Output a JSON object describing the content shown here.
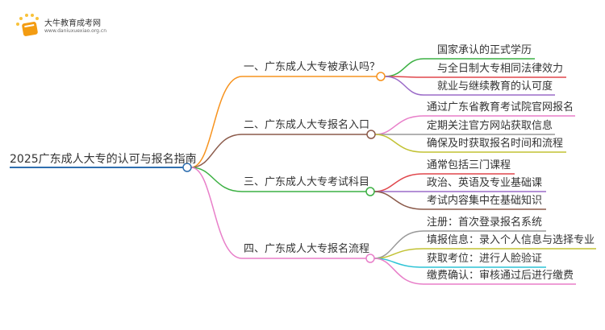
{
  "logo": {
    "title": "大牛教育成考网",
    "url": "www.daniuxuexiao.org.cn"
  },
  "root": {
    "label": "2025广东成人大专的认可与报名指南",
    "color": "#2f6fb0"
  },
  "branches": [
    {
      "label": "一、广东成人大专被承认吗？",
      "color": "#f7931e",
      "leaves": [
        {
          "label": "国家承认的正式学历",
          "color": "#3cb043"
        },
        {
          "label": "与全日制大专相同法律效力",
          "color": "#e0474c"
        },
        {
          "label": "就业与继续教育的认可度",
          "color": "#9b6bc8"
        }
      ]
    },
    {
      "label": "二、广东成人大专报名入口",
      "color": "#8b5a4a",
      "leaves": [
        {
          "label": "通过广东省教育考试院官网报名",
          "color": "#e87fc9"
        },
        {
          "label": "定期关注官方网站获取信息",
          "color": "#999999"
        },
        {
          "label": "确保及时获取报名时间和流程",
          "color": "#c2c234"
        }
      ]
    },
    {
      "label": "三、广东成人大专考试科目",
      "color": "#3cb043",
      "leaves": [
        {
          "label": "通常包括三门课程",
          "color": "#e0474c"
        },
        {
          "label": "政治、英语及专业基础课",
          "color": "#9b6bc8"
        },
        {
          "label": "考试内容集中在基础知识",
          "color": "#8b5a4a"
        }
      ]
    },
    {
      "label": "四、广东成人大专报名流程",
      "color": "#e87fc9",
      "leaves": [
        {
          "label": "注册：首次登录报名系统",
          "color": "#999999"
        },
        {
          "label": "填报信息：录入个人信息与选择专业",
          "color": "#c2c234"
        },
        {
          "label": "获取考位：进行人脸验证",
          "color": "#2ec4d6"
        },
        {
          "label": "缴费确认：审核通过后进行缴费",
          "color": "#e87fc9"
        }
      ]
    }
  ]
}
